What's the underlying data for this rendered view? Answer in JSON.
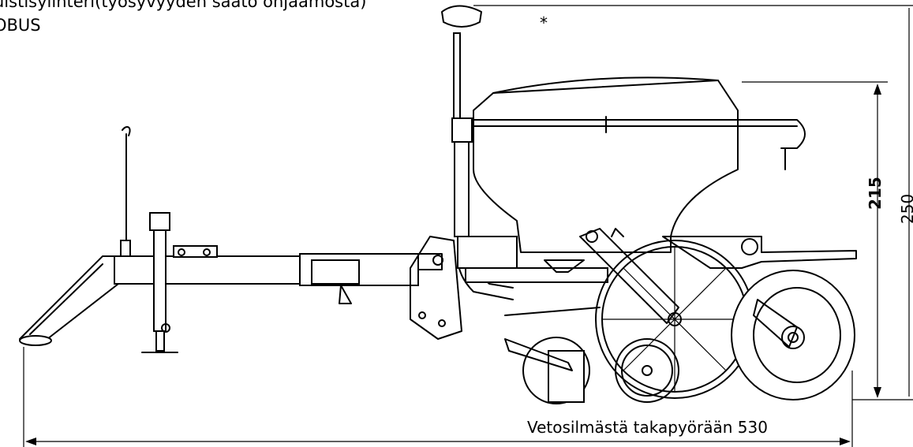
{
  "labels": {
    "caption_line1": "uistisylinteri(työsyvyyden säätö ohjaamosta)",
    "caption_line2": "OBUS",
    "asterisk": "*",
    "dim_total": "Vetosilmästä takapyörään 530",
    "dim_215": "215",
    "dim_250": "250"
  }
}
